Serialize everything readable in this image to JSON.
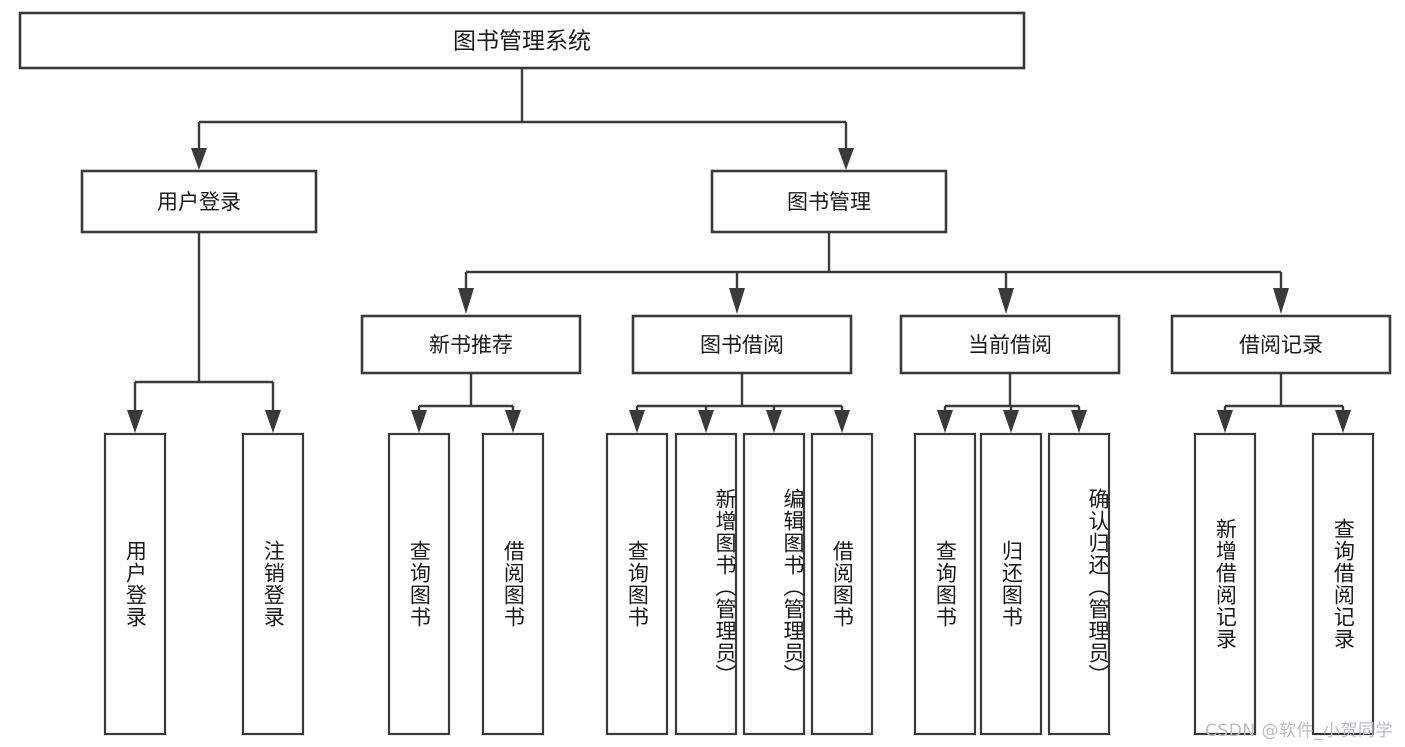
{
  "diagram": {
    "type": "tree-hierarchy",
    "title": "图书管理系统",
    "watermark": "CSDN @软件_小贺同学",
    "colors": {
      "box_stroke": "#3a3a3a",
      "box_fill": "#ffffff",
      "text": "#1a1a1a",
      "connector": "#3a3a3a",
      "watermark": "#b9bcc0",
      "background": "#ffffff"
    },
    "root": {
      "label": "图书管理系统",
      "id": "root"
    },
    "level2": [
      {
        "id": "user-login",
        "label": "用户登录"
      },
      {
        "id": "book-manage",
        "label": "图书管理"
      }
    ],
    "level3": [
      {
        "id": "new-book-recommend",
        "label": "新书推荐",
        "parent": "book-manage"
      },
      {
        "id": "book-borrow",
        "label": "图书借阅",
        "parent": "book-manage"
      },
      {
        "id": "current-borrow",
        "label": "当前借阅",
        "parent": "book-manage"
      },
      {
        "id": "borrow-record",
        "label": "借阅记录",
        "parent": "book-manage"
      }
    ],
    "leaves": [
      {
        "id": "leaf-user-login",
        "label": "用户登录",
        "parent": "user-login"
      },
      {
        "id": "leaf-user-logout",
        "label": "注销登录",
        "parent": "user-login"
      },
      {
        "id": "leaf-query-book-rec",
        "label": "查询图书",
        "parent": "new-book-recommend"
      },
      {
        "id": "leaf-borrow-book-rec",
        "label": "借阅图书",
        "parent": "new-book-recommend"
      },
      {
        "id": "leaf-query-book-borrow",
        "label": "查询图书",
        "parent": "book-borrow"
      },
      {
        "id": "leaf-add-book",
        "label": "新增图书（管理员）",
        "parent": "book-borrow"
      },
      {
        "id": "leaf-edit-book",
        "label": "编辑图书（管理员）",
        "parent": "book-borrow"
      },
      {
        "id": "leaf-borrow-book",
        "label": "借阅图书",
        "parent": "book-borrow"
      },
      {
        "id": "leaf-query-book-current",
        "label": "查询图书",
        "parent": "current-borrow"
      },
      {
        "id": "leaf-return-book",
        "label": "归还图书",
        "parent": "current-borrow"
      },
      {
        "id": "leaf-confirm-return",
        "label": "确认归还（管理员）",
        "parent": "current-borrow"
      },
      {
        "id": "leaf-add-record",
        "label": "新增借阅记录",
        "parent": "borrow-record"
      },
      {
        "id": "leaf-query-record",
        "label": "查询借阅记录",
        "parent": "borrow-record"
      }
    ]
  }
}
